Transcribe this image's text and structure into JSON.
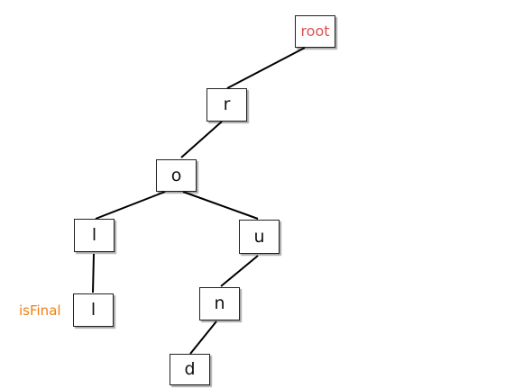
{
  "colors": {
    "root_text": "#e05050",
    "annotation": "#f07f10",
    "edge": "#000000"
  },
  "nodes": [
    {
      "id": "root",
      "label": "root"
    },
    {
      "id": "r",
      "label": "r"
    },
    {
      "id": "o",
      "label": "o"
    },
    {
      "id": "l1",
      "label": "l"
    },
    {
      "id": "u",
      "label": "u"
    },
    {
      "id": "l2",
      "label": "l"
    },
    {
      "id": "n",
      "label": "n"
    },
    {
      "id": "d",
      "label": "d"
    }
  ],
  "edges": [
    {
      "from": "root",
      "to": "r"
    },
    {
      "from": "r",
      "to": "o"
    },
    {
      "from": "o",
      "to": "l1"
    },
    {
      "from": "o",
      "to": "u"
    },
    {
      "from": "l1",
      "to": "l2"
    },
    {
      "from": "u",
      "to": "n"
    },
    {
      "from": "n",
      "to": "d"
    }
  ],
  "annotation": {
    "label": "isFinal",
    "node": "l2"
  }
}
